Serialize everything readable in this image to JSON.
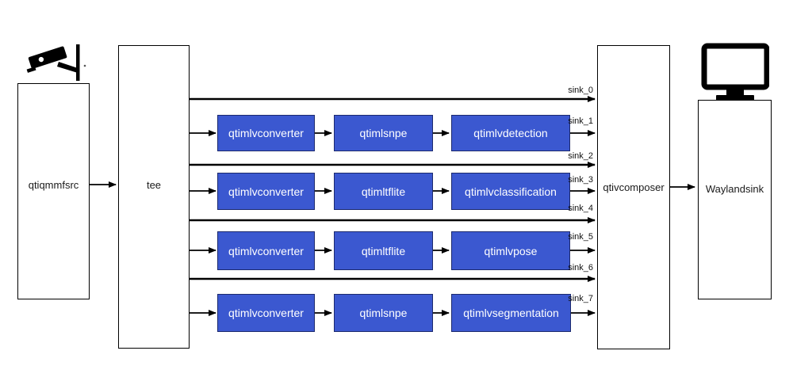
{
  "diagram": {
    "title": "camera-ml-pipeline-diagram",
    "source": {
      "label": "qtiqmmfsrc",
      "icon": "cctv-camera-icon"
    },
    "tee": {
      "label": "tee"
    },
    "composer": {
      "label": "qtivcomposer"
    },
    "display_sink": {
      "label": "Waylandsink",
      "icon": "monitor-icon"
    },
    "rows": [
      [
        "qtimlvconverter",
        "qtimlsnpe",
        "qtimlvdetection"
      ],
      [
        "qtimlvconverter",
        "qtimltflite",
        "qtimlvclassification"
      ],
      [
        "qtimlvconverter",
        "qtimltflite",
        "qtimlvpose"
      ],
      [
        "qtimlvconverter",
        "qtimlsnpe",
        "qtimlvsegmentation"
      ]
    ],
    "pad_labels": [
      "sink_0",
      "sink_1",
      "sink_2",
      "sink_3",
      "sink_4",
      "sink_5",
      "sink_6",
      "sink_7"
    ],
    "colors": {
      "node_fill": "#3b58d0",
      "node_border": "#1c2a6e",
      "node_text": "#ffffff",
      "line": "#000000",
      "plain_node_border": "#000000",
      "background": "#ffffff"
    }
  }
}
